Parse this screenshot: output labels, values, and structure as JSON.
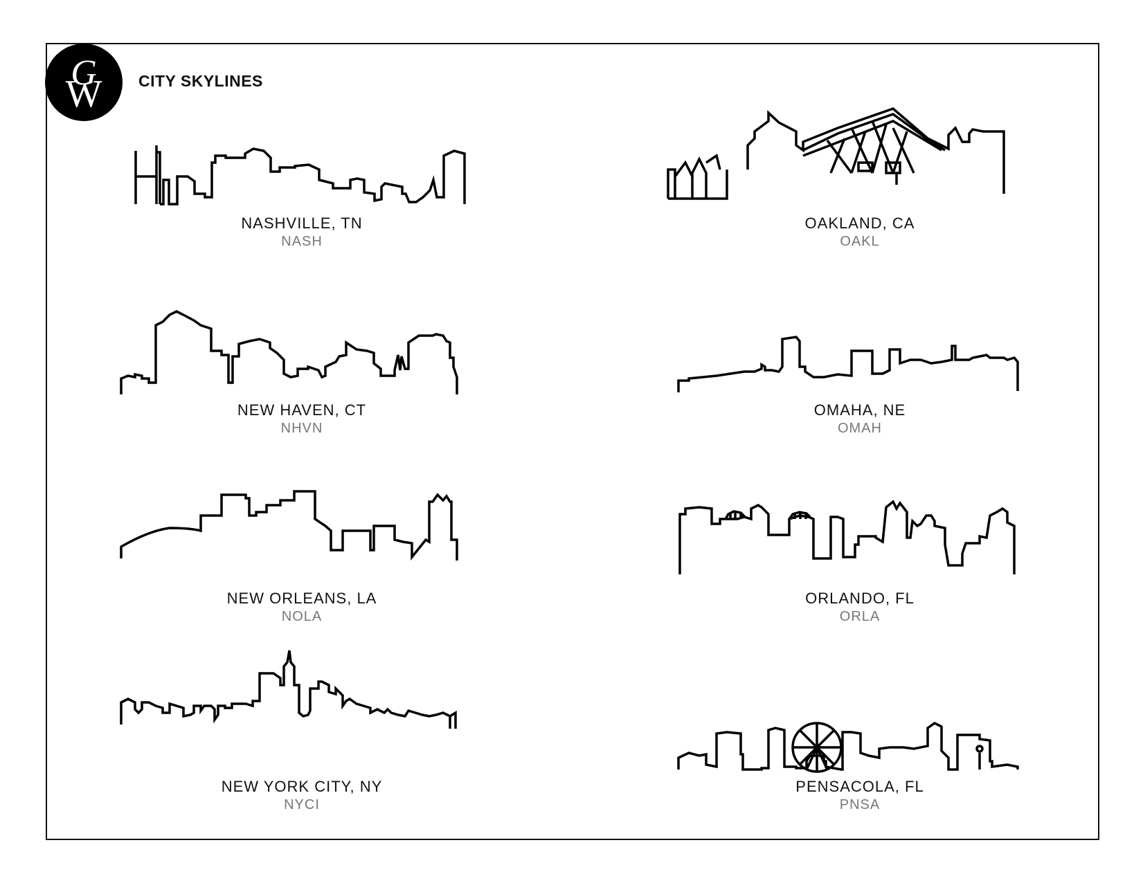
{
  "header": {
    "title": "CITY SKYLINES",
    "logo_text": "GW"
  },
  "skylines": [
    {
      "city": "NASHVILLE, TN",
      "code": "NASH"
    },
    {
      "city": "OAKLAND, CA",
      "code": "OAKL"
    },
    {
      "city": "NEW HAVEN, CT",
      "code": "NHVN"
    },
    {
      "city": "OMAHA, NE",
      "code": "OMAH"
    },
    {
      "city": "NEW ORLEANS, LA",
      "code": "NOLA"
    },
    {
      "city": "ORLANDO, FL",
      "code": "ORLA"
    },
    {
      "city": "NEW YORK CITY, NY",
      "code": "NYCI"
    },
    {
      "city": "PENSACOLA, FL",
      "code": "PNSA"
    }
  ],
  "colors": {
    "text": "#111111",
    "code_text": "#777777",
    "line": "#000000"
  }
}
